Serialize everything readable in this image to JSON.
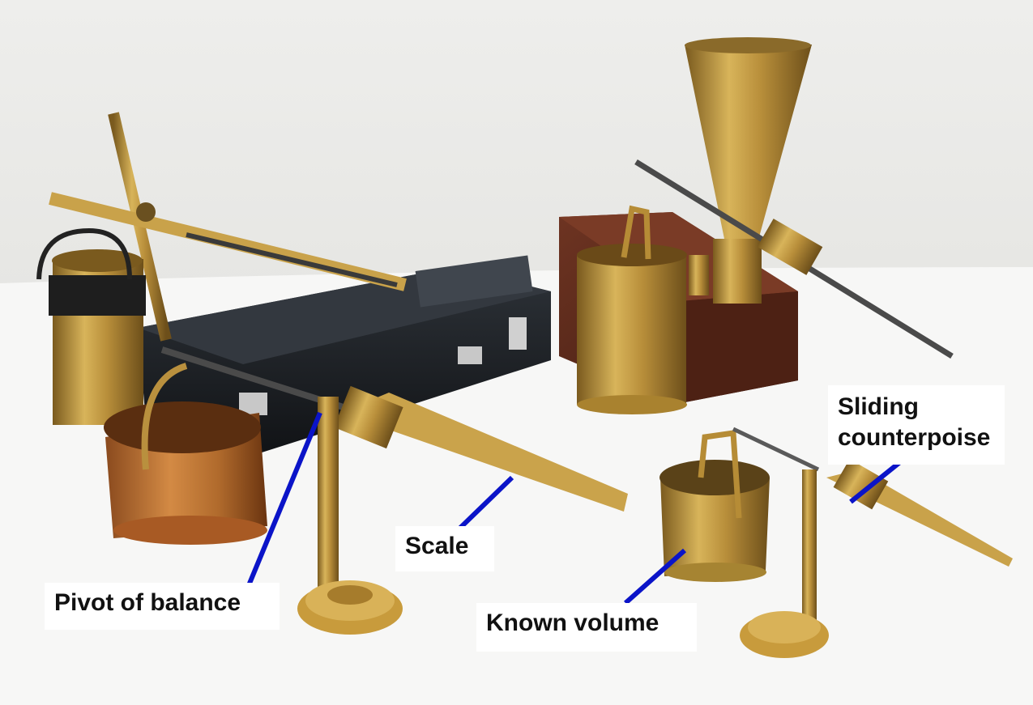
{
  "labels": {
    "pivot": "Pivot of balance",
    "scale": "Scale",
    "known_volume": "Known volume",
    "sliding_line1": "Sliding",
    "sliding_line2": "counterpoise"
  },
  "colors": {
    "pointer": "#0b14c8",
    "brass": "#c9a24a",
    "case_black": "#1c1f24",
    "wood": "#5a2a1c"
  }
}
